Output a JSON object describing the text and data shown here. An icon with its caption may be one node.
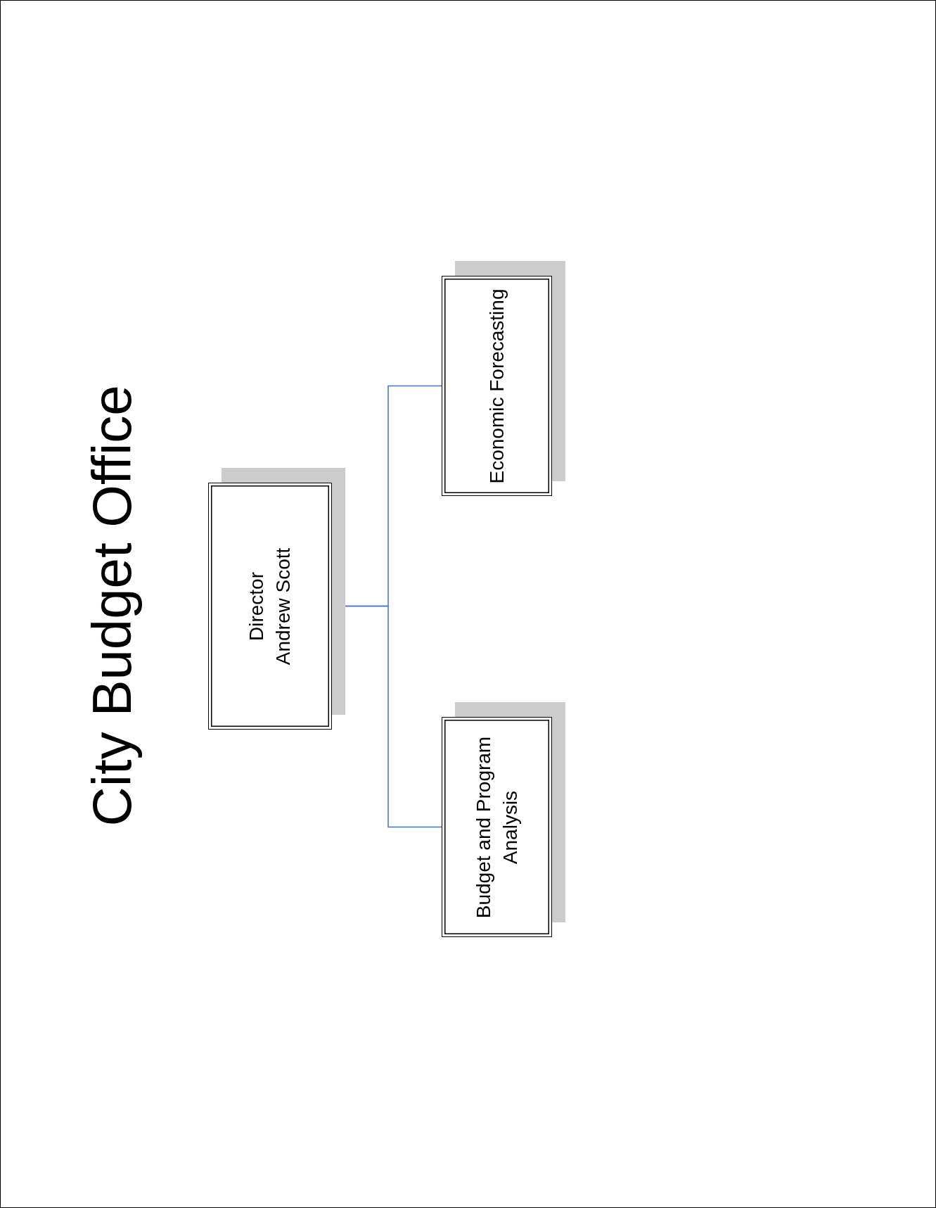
{
  "diagram": {
    "title": "City Budget Office",
    "nodes": [
      {
        "text": [
          "Director",
          "Andrew Scott"
        ]
      },
      {
        "text": [
          "Economic Forecasting"
        ]
      },
      {
        "text": [
          "Budget and Program Analysis"
        ]
      }
    ],
    "edges": [
      {
        "from": 0,
        "to": 1,
        "arrow": "none"
      },
      {
        "from": 0,
        "to": 2,
        "arrow": "none"
      }
    ]
  }
}
